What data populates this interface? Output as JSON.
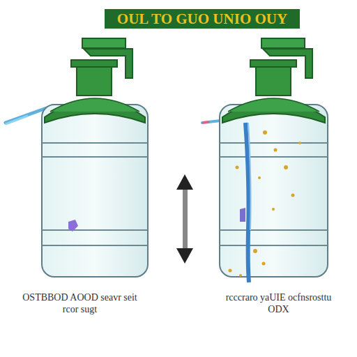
{
  "diagram": {
    "title": "OUL TO GUO UNIO OUY",
    "labels": [
      "OSTBBOD AOOD seavr seit rcor sugt",
      "rcccraro yaUIE ocfnsrosttu ODX"
    ]
  }
}
